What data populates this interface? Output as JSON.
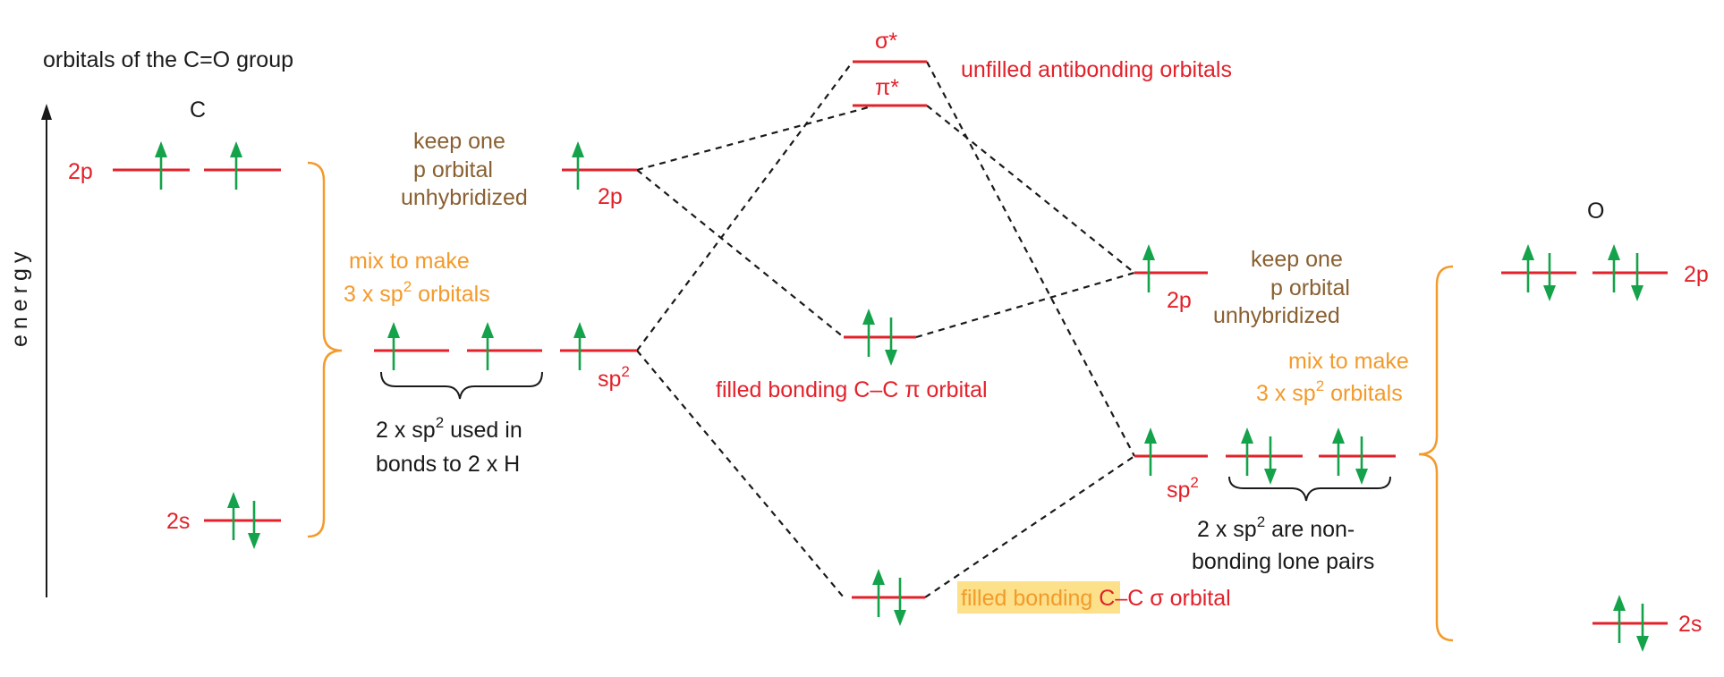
{
  "title": "orbitals of the C=O group",
  "axis_label": "energy",
  "carbon": {
    "atom": "C",
    "level_2p": "2p",
    "level_2s": "2s",
    "hybrid_sp": "sp",
    "hybrid_sup": "2",
    "p_label": "2p",
    "keep_lines": [
      "keep one",
      "p orbital",
      "unhybridized"
    ],
    "mix_line1": "mix to make",
    "mix_line2_pre": "3 x sp",
    "mix_line2_sup": "2",
    "mix_line2_post": " orbitals",
    "used_line1_pre": "2 x sp",
    "used_line1_sup": "2",
    "used_line1_post": " used in",
    "used_line2": "bonds to 2 x H"
  },
  "oxygen": {
    "atom": "O",
    "level_2p": "2p",
    "level_2s": "2s",
    "hybrid_sp": "sp",
    "hybrid_sup": "2",
    "p_label": "2p",
    "keep_lines": [
      "keep one",
      "p orbital",
      "unhybridized"
    ],
    "mix_line1": "mix to make",
    "mix_line2_pre": "3 x sp",
    "mix_line2_sup": "2",
    "mix_line2_post": " orbitals",
    "lone_line1_pre": "2 x sp",
    "lone_line1_sup": "2",
    "lone_line1_post": " are non-",
    "lone_line2": "bonding lone pairs"
  },
  "mo": {
    "sigma_star": "σ*",
    "pi_star": "π*",
    "antibonding_label": "unfilled antibonding orbitals",
    "pi_bonding_label": "filled bonding C–C π orbital",
    "sigma_bonding_highlight": "filled bonding",
    "sigma_bonding_rest": " C–C σ orbital"
  },
  "colors": {
    "label_red": "#e3212a",
    "label_brown": "#8a6031",
    "label_orange": "#f39a2b",
    "electron_green": "#14a24a",
    "highlight_yellow": "#fce08a"
  }
}
